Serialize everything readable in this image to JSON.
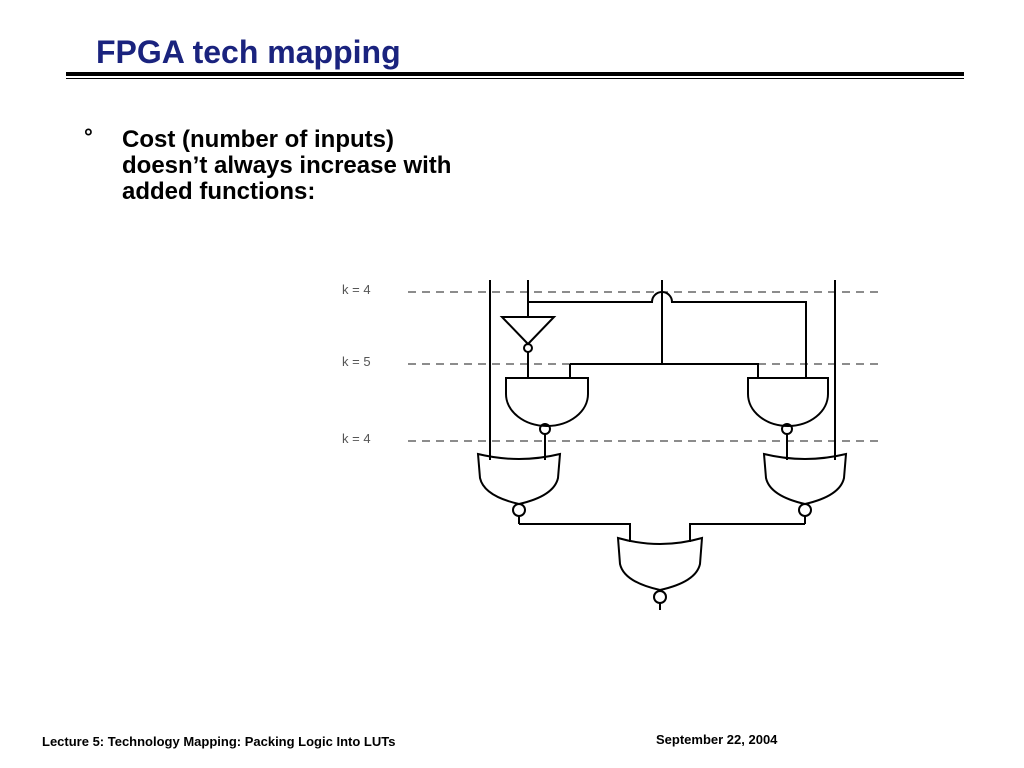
{
  "slide": {
    "title": "FPGA tech mapping",
    "bullet_symbol": "°",
    "bullet_text": "Cost (number of inputs) doesn’t always increase with added functions:"
  },
  "diagram": {
    "cut_labels": [
      "k = 4",
      "k = 5",
      "k = 4"
    ]
  },
  "footer": {
    "lecture": "Lecture 5: Technology Mapping: Packing Logic Into LUTs",
    "date": "September 22, 2004"
  }
}
